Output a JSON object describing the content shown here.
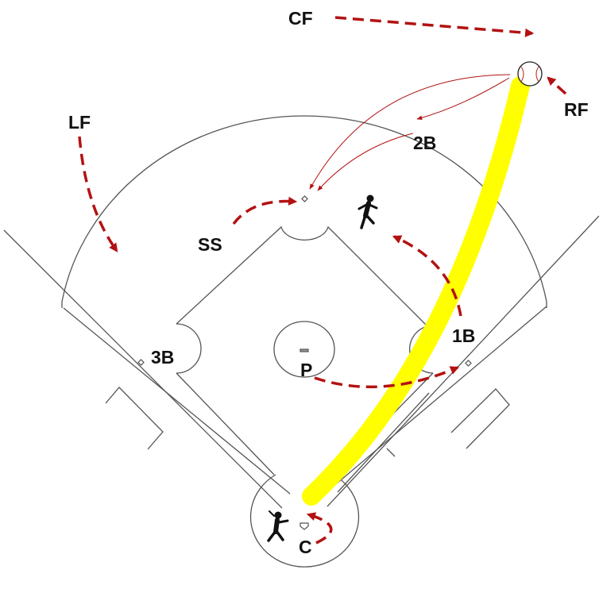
{
  "positions": {
    "cf": "CF",
    "rf": "RF",
    "lf": "LF",
    "second_base": "2B",
    "shortstop": "SS",
    "first_base": "1B",
    "third_base": "3B",
    "pitcher": "P",
    "catcher": "C"
  },
  "colors": {
    "field_lines": "#555555",
    "movement_arrows": "#b31212",
    "throw_lines": "#b31212",
    "ball_trajectory": "#ffff00"
  },
  "icons": {
    "ball": "baseball-icon",
    "runner": "runner-silhouette-icon",
    "batter": "batter-silhouette-icon"
  }
}
